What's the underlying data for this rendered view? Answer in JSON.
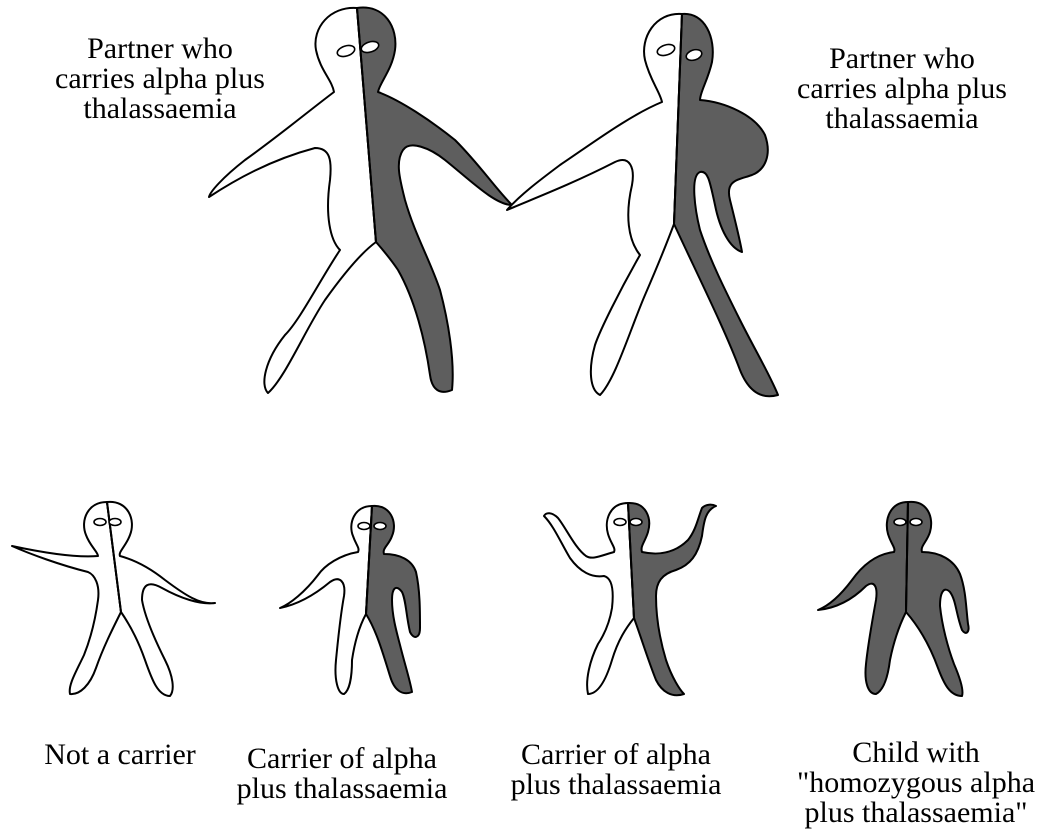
{
  "parents": [
    {
      "label_lines": [
        "Partner who",
        "carries alpha plus",
        "thalassaemia"
      ],
      "left_color": "#ffffff",
      "right_color": "#5e5e5e"
    },
    {
      "label_lines": [
        "Partner who",
        "carries alpha plus",
        "thalassaemia"
      ],
      "left_color": "#ffffff",
      "right_color": "#5e5e5e"
    }
  ],
  "children": [
    {
      "label_lines": [
        "Not a carrier"
      ],
      "left_color": "#ffffff",
      "right_color": "#ffffff"
    },
    {
      "label_lines": [
        "Carrier of alpha",
        "plus thalassaemia"
      ],
      "left_color": "#ffffff",
      "right_color": "#5e5e5e"
    },
    {
      "label_lines": [
        "Carrier of alpha",
        "plus thalassaemia"
      ],
      "left_color": "#ffffff",
      "right_color": "#5e5e5e"
    },
    {
      "label_lines": [
        "Child with",
        "\"homozygous alpha",
        "plus thalassaemia\""
      ],
      "left_color": "#5e5e5e",
      "right_color": "#5e5e5e"
    }
  ],
  "colors": {
    "white_half": "#ffffff",
    "gene_half": "#5e5e5e",
    "outline": "#000000"
  }
}
